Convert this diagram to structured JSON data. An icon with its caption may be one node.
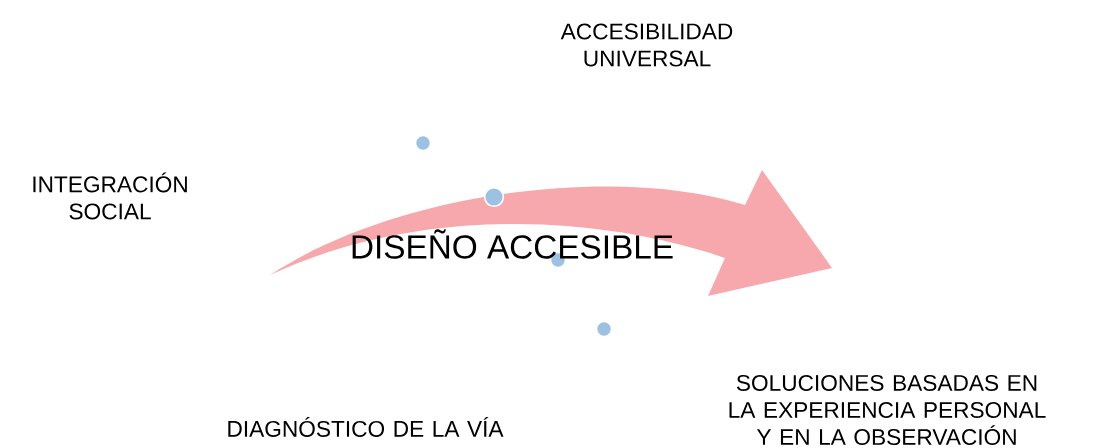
{
  "diagram": {
    "nodes": [
      {
        "text": [
          "DISEÑO ACCESIBLE"
        ]
      }
    ],
    "labels": [
      "ACCESIBILIDAD UNIVERSAL",
      "INTEGRACIÓN SOCIAL",
      "SOLUCIONES BASADAS EN LA EXPERIENCIA PERSONAL Y EN LA OBSERVACIÓN",
      "DIAGNÓSTICO DE LA VÍA"
    ]
  }
}
